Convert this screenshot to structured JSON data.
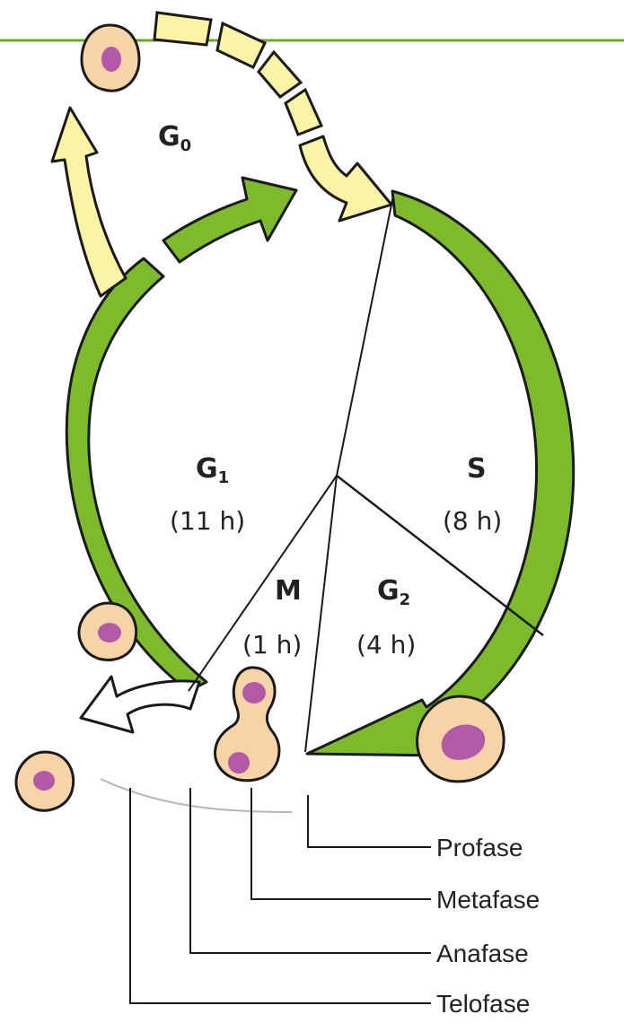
{
  "colors": {
    "cycle_arrow": "#7dbb2c",
    "g0_arrow": "#fbf3a6",
    "top_rule": "#6aaa26",
    "cell_body": "#f7d4a8",
    "cell_nucleus": "#b25aa8",
    "outline": "#1a1a1a"
  },
  "phases": {
    "g0": {
      "letter": "G",
      "sub": "0"
    },
    "g1": {
      "letter": "G",
      "sub": "1",
      "duration": "(11 h)"
    },
    "s": {
      "letter": "S",
      "duration": "(8 h)"
    },
    "g2": {
      "letter": "G",
      "sub": "2",
      "duration": "(4 h)"
    },
    "m": {
      "letter": "M",
      "duration": "(1 h)"
    }
  },
  "mitosis_stages": [
    "Profase",
    "Metafase",
    "Anafase",
    "Telofase"
  ],
  "icons": [
    "cell-icon",
    "dividing-cell-icon",
    "cycle-arrow",
    "g0-arrow",
    "exit-arrow"
  ]
}
